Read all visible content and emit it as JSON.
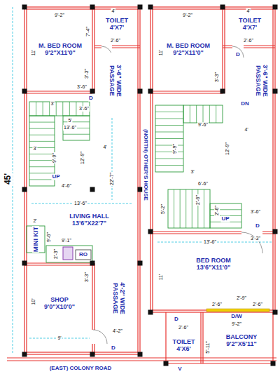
{
  "diagram": {
    "nodes": [
      {
        "text": [
          "M. BED ROOM",
          "9'2\"X11'0\""
        ]
      },
      {
        "text": [
          "TOILET",
          "4'X7'"
        ]
      },
      {
        "text": [
          "3'-6\" WIDE PASSAGE"
        ]
      },
      {
        "text": [
          "LIVING HALL",
          "13'6\"X22'7\""
        ]
      },
      {
        "text": [
          "MINI KIT"
        ]
      },
      {
        "text": [
          "SHOP",
          "9'0\"X10'0\""
        ]
      },
      {
        "text": [
          "4'-2\" WIDE PASSAGE"
        ]
      },
      {
        "text": [
          "M. BED ROOM",
          "9'2\"X11'0\""
        ]
      },
      {
        "text": [
          "TOILET",
          "4'X7'"
        ]
      },
      {
        "text": [
          "3'-6\" WIDE PASSAGE"
        ]
      },
      {
        "text": [
          "BED ROOM",
          "13'6\"X11'0\""
        ]
      },
      {
        "text": [
          "TOILET",
          "4'X6'"
        ]
      },
      {
        "text": [
          "BALCONY",
          "9'2\"X5'11\""
        ]
      }
    ],
    "labels": [
      "9'-2\"",
      "4'",
      "7'-4\"",
      "2'-6\"",
      "11'",
      "3'-3\"",
      "3'-6\"",
      "D",
      "3'",
      "3'-6\"",
      "5'",
      "13'-6\"",
      "3'",
      "9'-9\"",
      "12'-9\"",
      "4'",
      "UP",
      "4'-6\"",
      "22'-7\"",
      "13'-6\"",
      "2'",
      "9'-6\"",
      "9'-1\"",
      "2'-3\"",
      "RO",
      "3'-3\"",
      "10'",
      "9'",
      "4'-2\"",
      "D",
      "45'",
      "(EAST) COLONY ROAD",
      "9'-2\"",
      "4'",
      "11'",
      "2'-6\"",
      "D",
      "3'-3\"",
      "DN",
      "9'-6\"",
      "4'",
      "9'-9\"",
      "12'-9\"",
      "3'",
      "6'-6\"",
      "5'-2\"",
      "2'-6\"",
      "3'-6\"",
      "2'-6\"",
      "UP",
      "D",
      "3'-3\"",
      "13'-6\"",
      "11'",
      "2'-9\"",
      "2'-6\"",
      "2'-6\"",
      "D/W",
      "9'-2\"",
      "D",
      "2'-6\"",
      "5'-11\"",
      "V",
      "(NORTH) OTHER'S HOUSE"
    ]
  }
}
